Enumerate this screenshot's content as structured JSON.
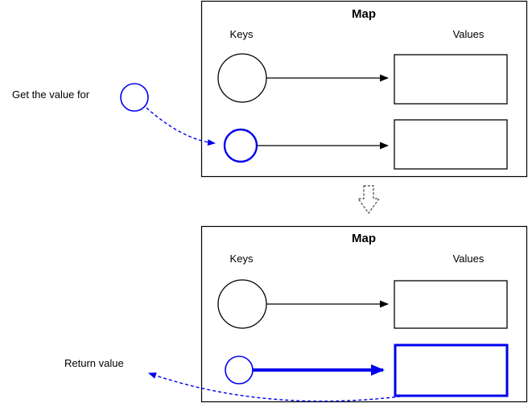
{
  "diagram": {
    "top_panel": {
      "title": "Map",
      "keys_label": "Keys",
      "values_label": "Values"
    },
    "bottom_panel": {
      "title": "Map",
      "keys_label": "Keys",
      "values_label": "Values"
    },
    "annotations": {
      "get_value_label": "Get the value for",
      "return_value_label": "Return value"
    },
    "colors": {
      "highlight": "#0000ee",
      "line": "#000000",
      "transition_arrow": "#444444"
    }
  }
}
